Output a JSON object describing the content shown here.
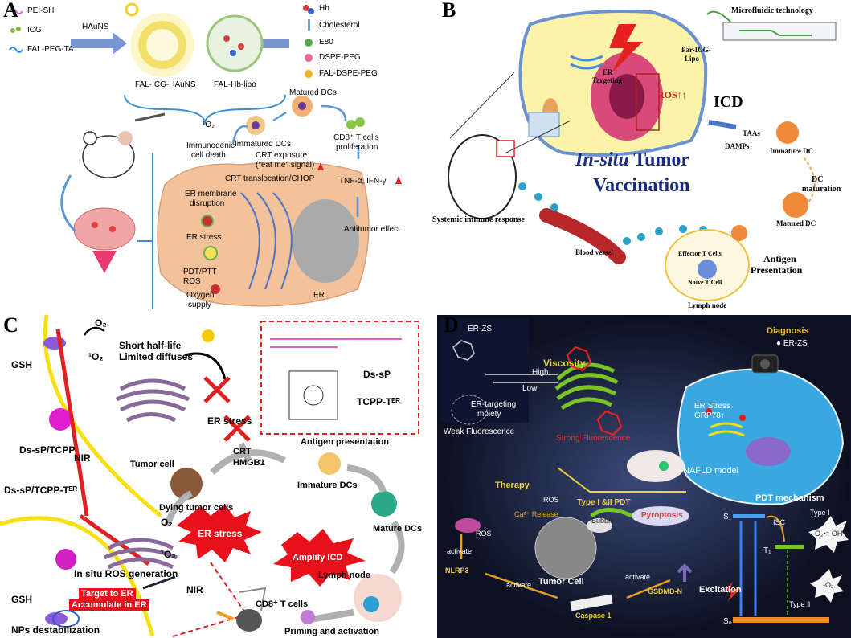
{
  "panel_a": {
    "letter": "A",
    "legend_left": [
      "PEI-SH",
      "ICG",
      "FAL-PEG-TA"
    ],
    "arrow_label": "HAuNS",
    "np1": "FAL-ICG-HAuNS",
    "np2": "FAL-Hb-lipo",
    "legend_right": [
      "Hb",
      "Cholesterol",
      "E80",
      "DSPE-PEG",
      "FAL-DSPE-PEG"
    ],
    "icd_title": "Immunogenic",
    "icd_title2": "cell death",
    "o2": "¹O₂",
    "immatured": "Immatured DCs",
    "matured": "Matured DCs",
    "crt1": "CRT exposure",
    "crt2": "(\"eat me\" signal)",
    "cd8a": "CD8⁺ T cells",
    "cd8b": "proliferation",
    "crt_trans": "CRT translocation/CHOP",
    "er_mem1": "ER membrane",
    "er_mem2": "disruption",
    "tnf": "TNF-α, IFN-γ",
    "er_stress": "ER stress",
    "pdt1": "PDT/PTT",
    "pdt2": "ROS",
    "antitumor": "Antitumor effect",
    "oxy1": "Oxygen",
    "oxy2": "supply",
    "er": "ER"
  },
  "panel_b": {
    "letter": "B",
    "micro": "Microfluidic technology",
    "par1": "Par-ICG-",
    "par2": "Lipo",
    "er_targeting1": "ER",
    "er_targeting2": "Targeting",
    "ros": "ROS↑↑",
    "icd": "ICD",
    "taas": "TAAs",
    "damps": "DAMPs",
    "immature_dc": "Immature DC",
    "title1_italic": "In-situ",
    "title1_rest": " Tumor",
    "title2": "Vaccination",
    "dc_mat1": "DC",
    "dc_mat2": "maturation",
    "systemic": "Systemic immune response",
    "matured_dc": "Matured DC",
    "blood": "Blood vessel",
    "effector": "Effector T Cells",
    "antigen1": "Antigen",
    "antigen2": "Presentation",
    "naive": "Naive T Cell",
    "lymph": "Lymph node"
  },
  "panel_c": {
    "letter": "C",
    "o2_top": "O₂",
    "o2_singlet": "¹O₂",
    "short1": "Short half-life",
    "short2": "Limited diffuses",
    "gsh1": "GSH",
    "ds_sp": "Ds-sP",
    "tcpp": "TCPP-Tᴱᴿ",
    "er_stress_top": "ER stress",
    "ds_tcpp": "Ds-sP/TCPP",
    "nir1": "NIR",
    "tumor_cell": "Tumor cell",
    "crt": "CRT",
    "hmgb1": "HMGB1",
    "antigen": "Antigen presentation",
    "immature": "Immature DCs",
    "ds_tcpp_ter": "Ds-sP/TCPP-Tᴱᴿ",
    "dying": "Dying tumor cells",
    "o2_mid": "O₂",
    "o2_singlet2": "¹O₂",
    "er_stress_burst": "ER stress",
    "mature": "Mature DCs",
    "amplify": "Amplify ICD",
    "gsh2": "GSH",
    "in_situ": "In situ ROS generation",
    "nir2": "NIR",
    "lymph": "Lymph node",
    "target1": "Target to ER",
    "target2": "Accumulate in ER",
    "cd8": "CD8⁺ T cells",
    "nps": "NPs destabilization",
    "priming": "Priming and activation"
  },
  "panel_d": {
    "letter": "D",
    "er_zs": "ER-ZS",
    "viscosity": "Viscosity",
    "high": "High",
    "low": "Low",
    "er_moiety1": "ER-targeting",
    "er_moiety2": "moiety",
    "weak": "Weak Fluorescence",
    "strong": "Strong Fluorescence",
    "diagnosis": "Diagnosis",
    "er_zs_legend": "● ER-ZS",
    "er_stress1": "ER Stress",
    "grp78": "GRP78↑",
    "nafld": "NAFLD model",
    "therapy": "Therapy",
    "ros1": "ROS",
    "type_pdt": "Type I &II PDT",
    "pdt_mech": "PDT mechanism",
    "ca_release": "Ca²⁺ Release",
    "bubble": "Bubble",
    "pyroptosis": "Pyroptosis",
    "s1": "S₁",
    "isc": "ISC",
    "type1": "Type Ⅰ",
    "o2_oh": "O₂•⁻ OH",
    "ros2": "ROS",
    "activate1": "activate",
    "t1": "T₁",
    "excitation": "Excitation",
    "o2_singlet": "¹O₂",
    "type2": "Type Ⅱ",
    "tumor_cell": "Tumor Cell",
    "nlrp3": "NLRP3",
    "gsdmd": "GSDMD-N",
    "activate2": "activate",
    "activate3": "activate",
    "caspase": "Caspase 1",
    "s0": "S₀"
  }
}
